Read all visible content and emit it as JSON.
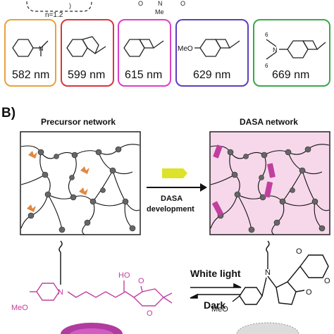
{
  "top_fragment": {
    "repeat_label": "n=1.2",
    "methyl_label": "Me",
    "charge_labels": [
      "O",
      "N",
      "O"
    ]
  },
  "panel_a": {
    "donors": [
      {
        "wavelength": "582 nm",
        "color": "#e8a23c"
      },
      {
        "wavelength": "599 nm",
        "color": "#d9363e"
      },
      {
        "wavelength": "615 nm",
        "color": "#d940c8"
      },
      {
        "wavelength": "629 nm",
        "color": "#5b3fbf"
      },
      {
        "wavelength": "669 nm",
        "color": "#3aa84a"
      }
    ],
    "meo_label": "MeO",
    "n_label": "N",
    "chain_sub": "6"
  },
  "panel_b": {
    "label": "B)",
    "precursor_title": "Precursor network",
    "dasa_title": "DASA network",
    "arrow_label_1": "DASA",
    "arrow_label_2": "development",
    "white_light": "White light",
    "dark": "Dark",
    "meo": "MeO",
    "ho": "HO",
    "n": "N",
    "o": "O"
  },
  "colors": {
    "magenta": "#c0409f",
    "pink_bg": "#f6d8ea",
    "arrow_yellow": "#dde22a",
    "orange_mark": "#e0883e"
  }
}
